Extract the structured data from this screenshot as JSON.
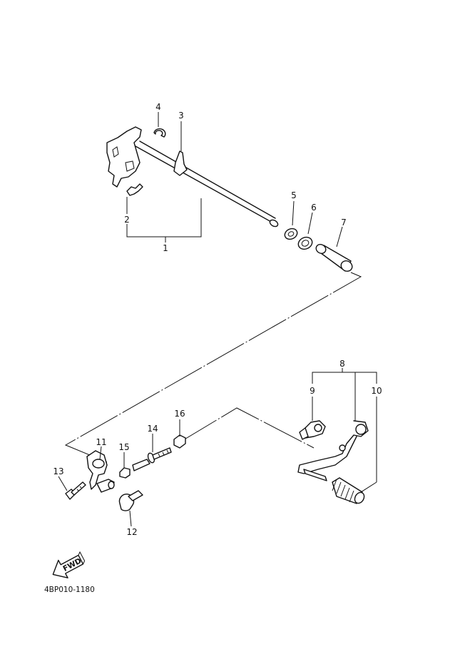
{
  "callouts": {
    "c1": "1",
    "c2": "2",
    "c3": "3",
    "c4": "4",
    "c5": "5",
    "c6": "6",
    "c7": "7",
    "c8": "8",
    "c9": "9",
    "c10": "10",
    "c11": "11",
    "c12": "12",
    "c13": "13",
    "c14": "14",
    "c15": "15",
    "c16": "16"
  },
  "fwd_label": "FWD",
  "diagram_code": "4BP010-1180"
}
